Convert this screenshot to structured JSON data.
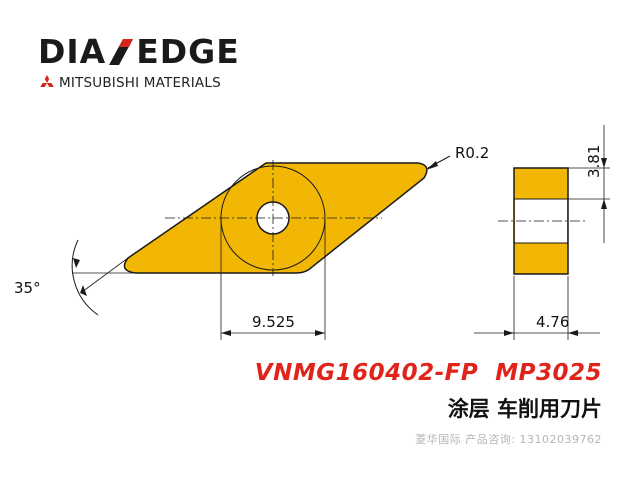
{
  "brand": {
    "name_left": "DIA",
    "name_right": "EDGE",
    "subline": "MITSUBISHI MATERIALS",
    "accent_color": "#d7251d"
  },
  "drawing": {
    "insert_color": "#f2b705",
    "labels": {
      "corner_radius": "R0.2",
      "angle": "35°",
      "inscribed_circle": "9.525",
      "thickness_side": "4.76",
      "thickness_height": "3.81"
    }
  },
  "product": {
    "title": "VNMG160402-FP  MP3025",
    "subtitle": "涂层 车削用刀片",
    "contact": "菱华国际  产品咨询:  13102039762"
  }
}
